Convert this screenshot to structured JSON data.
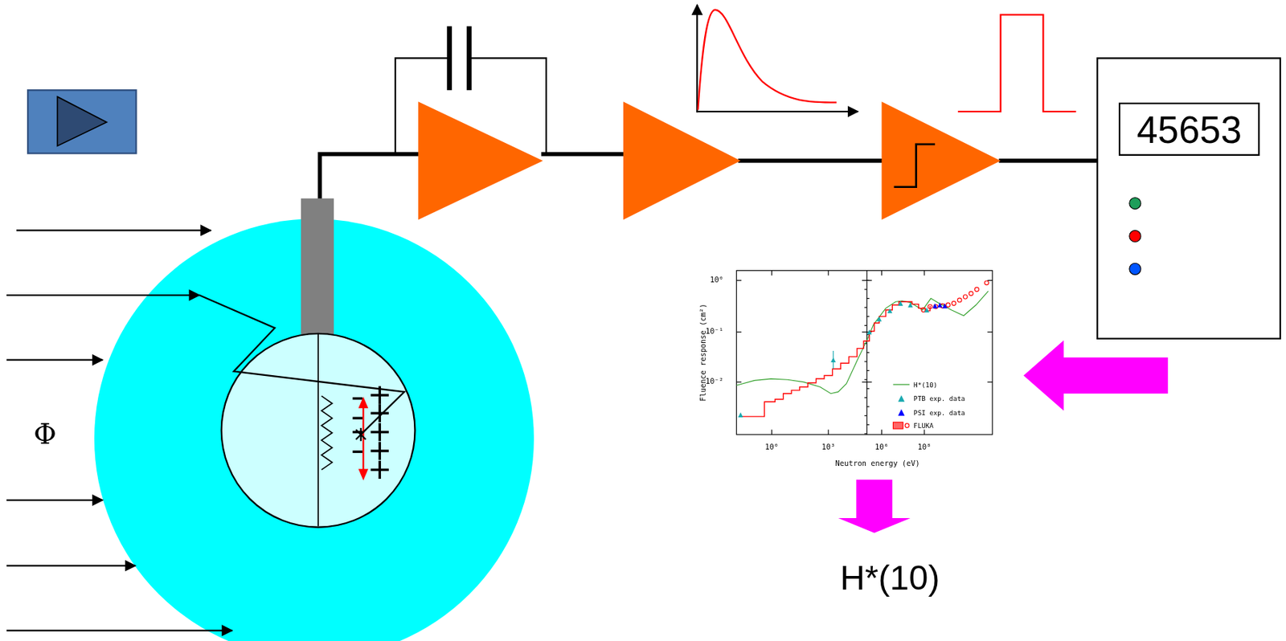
{
  "diagram": {
    "nodes": [
      {
        "text": [
          "45653"
        ]
      }
    ],
    "labels": [
      "Φ",
      "10⁰",
      "10⁻¹",
      "10⁻²",
      "10⁰",
      "10³",
      "10⁶",
      "10⁸",
      "Fluence response (cm²)",
      "Neutron energy (eV)",
      "H*(10)"
    ],
    "legend": [
      {
        "text": "H*(10)"
      },
      {
        "text": "PTB exp. data"
      },
      {
        "text": "PSI exp. data"
      },
      {
        "text": "FLUKA"
      }
    ]
  }
}
